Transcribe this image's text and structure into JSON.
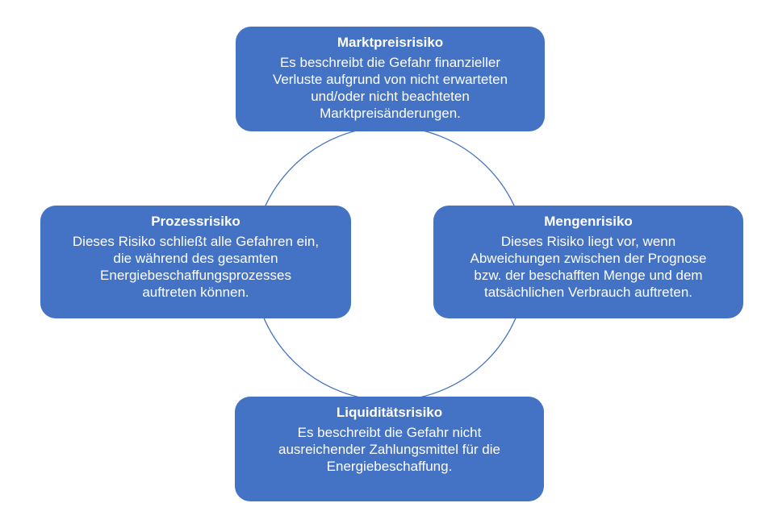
{
  "diagram": {
    "colors": {
      "node_fill": "#4472C4",
      "node_text": "#FFFFFF",
      "circle_stroke": "#4472C4",
      "background": "#FFFFFF"
    },
    "nodes": {
      "top": {
        "title": "Marktpreisrisiko",
        "body": "Es beschreibt die Gefahr finanzieller\nVerluste aufgrund von nicht erwarteten\nund/oder nicht beachteten\nMarktpreisänderungen."
      },
      "right": {
        "title": "Mengenrisiko",
        "body": "Dieses Risiko liegt vor, wenn\nAbweichungen zwischen der Prognose\nbzw. der beschafften Menge und dem\ntatsächlichen Verbrauch auftreten."
      },
      "bottom": {
        "title": "Liquiditätsrisiko",
        "body": "Es beschreibt die Gefahr nicht\nausreichender Zahlungsmittel für die\nEnergiebeschaffung."
      },
      "left": {
        "title": "Prozessrisiko",
        "body": "Dieses Risiko schließt alle Gefahren ein,\ndie während des gesamten\nEnergiebeschaffungsprozesses\nauftreten können."
      }
    }
  }
}
